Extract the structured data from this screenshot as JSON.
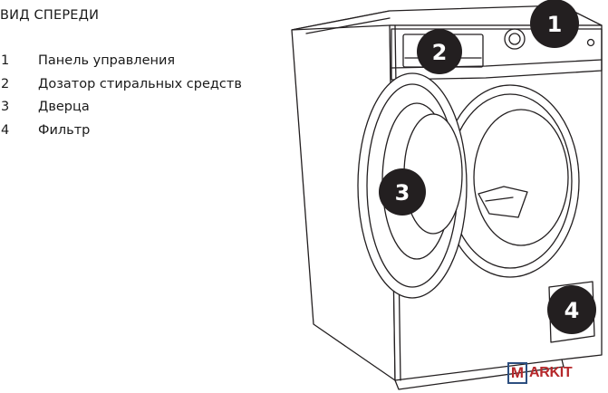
{
  "title": "ВИД СПЕРЕДИ",
  "legend": [
    {
      "number": "1",
      "label": "Панель управления"
    },
    {
      "number": "2",
      "label": "Дозатор стиральных средств"
    },
    {
      "number": "3",
      "label": "Дверца"
    },
    {
      "number": "4",
      "label": "Фильтр"
    }
  ],
  "markers": [
    "1",
    "2",
    "3",
    "4"
  ],
  "logo": {
    "letter": "M",
    "text": "ARKIT"
  },
  "colors": {
    "marker": "#231f20",
    "line": "#231f20",
    "logo_red": "#b6282b",
    "logo_blue": "#2d4f80"
  }
}
